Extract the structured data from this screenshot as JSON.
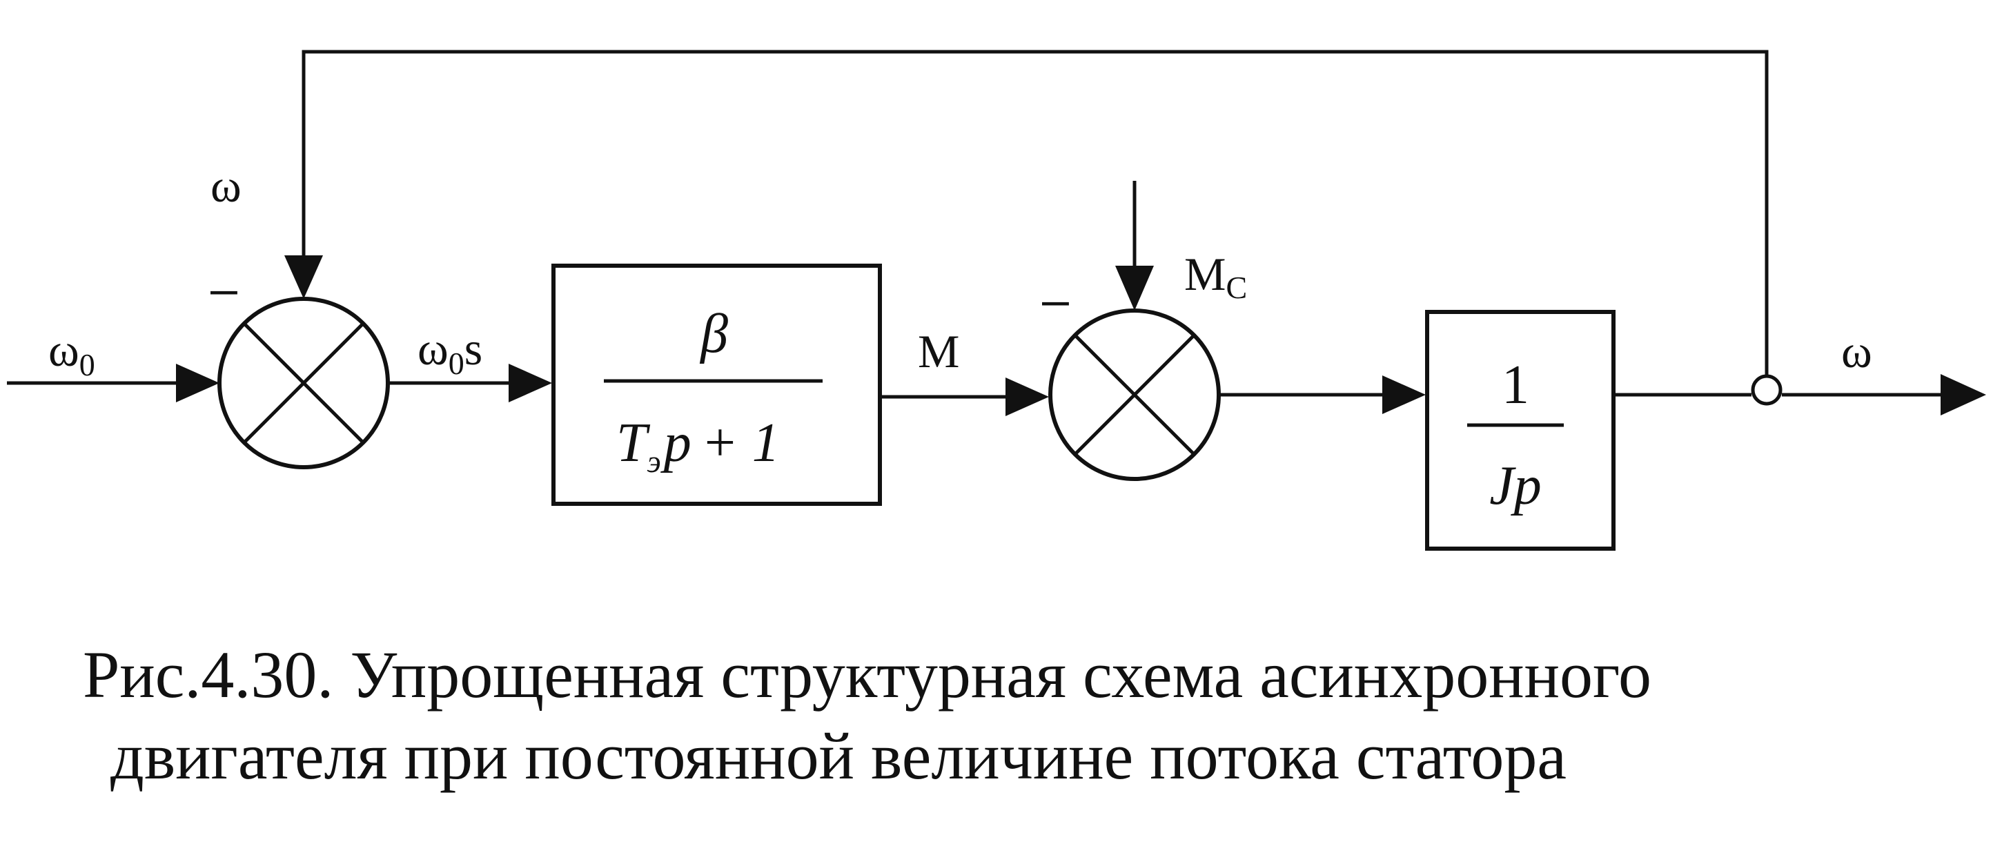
{
  "signals": {
    "w0": "ω",
    "w0_sub": "0",
    "w0s": "ω",
    "w0s_sub": "0",
    "w0s_s": "s",
    "w_feedback": "ω",
    "M": "M",
    "Mc": "M",
    "Mc_sub": "C",
    "w_out": "ω"
  },
  "signs": {
    "sum1_minus": "–",
    "sum2_minus": "–"
  },
  "block1": {
    "numerator": "β",
    "den_T": "T",
    "den_sub": "э",
    "den_p": "p",
    "den_rest": "+ 1"
  },
  "block2": {
    "numerator": "1",
    "denominator": "Jp"
  },
  "caption": {
    "line1": "Рис.4.30. Упрощенная структурная схема асинхронного",
    "line2": "двигателя при постоянной величине потока статора"
  }
}
